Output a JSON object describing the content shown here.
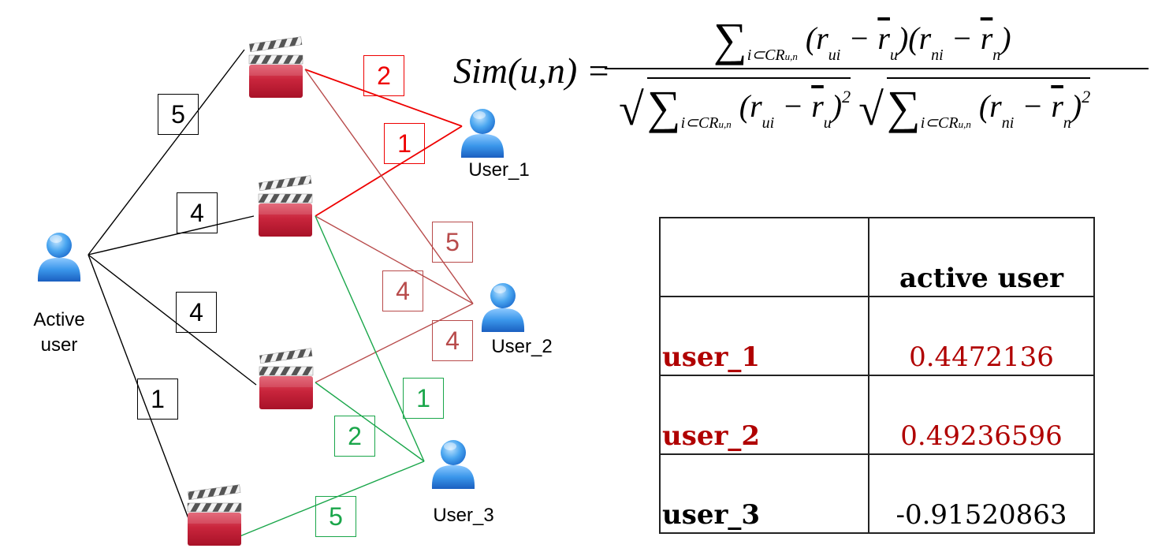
{
  "title": "User-based collaborative filtering: Pearson similarity",
  "colors": {
    "active_edges": "#000000",
    "user1_edges": "#ee0000",
    "user2_edges": "#b84b4b",
    "user3_edges": "#1aa64a",
    "highlight_text": "#b00000",
    "normal_text": "#000000"
  },
  "nodes": {
    "active_user": {
      "label_line1": "Active",
      "label_line2": "user",
      "icon": "user-icon"
    },
    "users": [
      {
        "id": "user1",
        "label": "User_1",
        "icon": "user-icon"
      },
      {
        "id": "user2",
        "label": "User_2",
        "icon": "user-icon"
      },
      {
        "id": "user3",
        "label": "User_3",
        "icon": "user-icon"
      }
    ],
    "movies": [
      {
        "id": "movie1",
        "icon": "clapperboard-icon"
      },
      {
        "id": "movie2",
        "icon": "clapperboard-icon"
      },
      {
        "id": "movie3",
        "icon": "clapperboard-icon"
      },
      {
        "id": "movie4",
        "icon": "clapperboard-icon"
      }
    ]
  },
  "edges": [
    {
      "from": "active_user",
      "to": "movie1",
      "rating": "5",
      "group": "active"
    },
    {
      "from": "active_user",
      "to": "movie2",
      "rating": "4",
      "group": "active"
    },
    {
      "from": "active_user",
      "to": "movie3",
      "rating": "4",
      "group": "active"
    },
    {
      "from": "active_user",
      "to": "movie4",
      "rating": "1",
      "group": "active"
    },
    {
      "from": "user1",
      "to": "movie1",
      "rating": "2",
      "group": "user1"
    },
    {
      "from": "user1",
      "to": "movie2",
      "rating": "1",
      "group": "user1"
    },
    {
      "from": "user2",
      "to": "movie1",
      "rating": "5",
      "group": "user2"
    },
    {
      "from": "user2",
      "to": "movie2",
      "rating": "4",
      "group": "user2"
    },
    {
      "from": "user2",
      "to": "movie3",
      "rating": "4",
      "group": "user2"
    },
    {
      "from": "user3",
      "to": "movie2",
      "rating": "1",
      "group": "user3"
    },
    {
      "from": "user3",
      "to": "movie3",
      "rating": "2",
      "group": "user3"
    },
    {
      "from": "user3",
      "to": "movie4",
      "rating": "5",
      "group": "user3"
    }
  ],
  "formula": {
    "lhs": "Sim(u,n) =",
    "sum_subscript": "i⊂CR",
    "sum_subscript_sub": "u,n",
    "numerator": "(r_ui − r̄_u)(r_ni − r̄_n)",
    "term_u": "(r",
    "term_u_sub": "ui",
    "term_u_mean": "r",
    "term_u_mean_sub": "u",
    "term_n": "(r",
    "term_n_sub": "ni",
    "term_n_mean": "r",
    "term_n_mean_sub": "n",
    "power": "2"
  },
  "table": {
    "header": [
      "",
      "active user"
    ],
    "rows": [
      {
        "name": "user_1",
        "value": "0.4472136",
        "highlight": true
      },
      {
        "name": "user_2",
        "value": "0.49236596",
        "highlight": true
      },
      {
        "name": "user_3",
        "value": "-0.91520863",
        "highlight": false
      }
    ]
  }
}
